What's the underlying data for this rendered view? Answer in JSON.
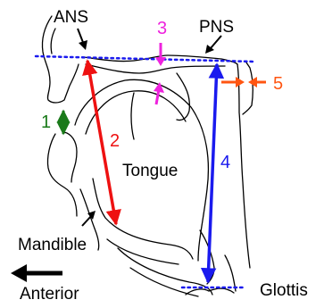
{
  "labels": {
    "ans": "ANS",
    "pns": "PNS",
    "tongue": "Tongue",
    "mandible": "Mandible",
    "anterior": "Anterior",
    "glottis": "Glottis"
  },
  "measures": [
    {
      "number": "1",
      "color": "#1a7a1a"
    },
    {
      "number": "2",
      "color": "#ee1111"
    },
    {
      "number": "3",
      "color": "#ee22dd"
    },
    {
      "number": "4",
      "color": "#1a1aee"
    },
    {
      "number": "5",
      "color": "#ff5511"
    }
  ],
  "reference_line_color": "#1a1aee",
  "icons": {
    "direction": "left-arrow-icon",
    "pointer": "small-arrow-icon"
  }
}
